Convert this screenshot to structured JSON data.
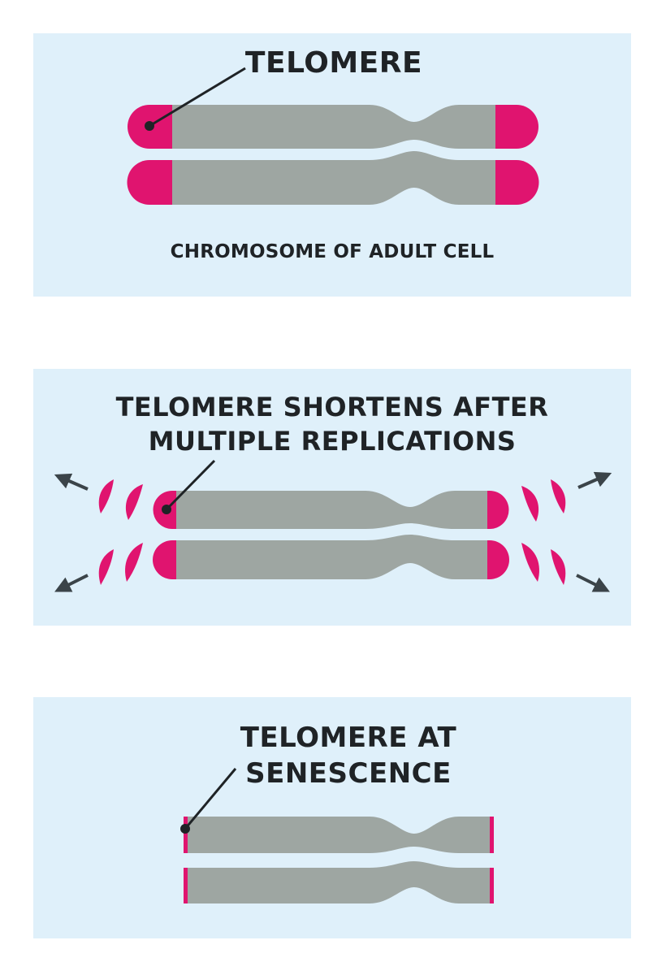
{
  "panels": [
    {
      "title": "TELOMERE",
      "caption": "CHROMOSOME OF ADULT CELL"
    },
    {
      "title": "TELOMERE SHORTENS AFTER\nMULTIPLE REPLICATIONS"
    },
    {
      "title": "TELOMERE AT\nSENESCENCE"
    }
  ],
  "colors": {
    "background": "#dff0fa",
    "chromosome": "#9ea6a2",
    "telomere": "#e0146f",
    "text": "#1f2326",
    "arrow": "#3b4449"
  }
}
